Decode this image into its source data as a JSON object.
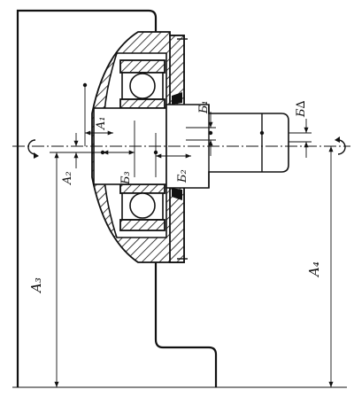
{
  "figure": {
    "type": "engineering assembly drawing: bearing unit with shaft on housing, dimension chains",
    "dimensions": [
      {
        "id": "A1",
        "label": "A₁"
      },
      {
        "id": "A2",
        "label": "A₂"
      },
      {
        "id": "A3",
        "label": "A₃"
      },
      {
        "id": "A4",
        "label": "A₄"
      },
      {
        "id": "B1",
        "label": "Б₁"
      },
      {
        "id": "B2",
        "label": "Б₂"
      },
      {
        "id": "B3",
        "label": "Б₃"
      },
      {
        "id": "BD",
        "label": "Б∆"
      }
    ],
    "symbols": [
      "rotation-arrow-left",
      "rotation-arrow-right"
    ],
    "colors": {
      "ink": "#111111",
      "paper": "#ffffff"
    }
  }
}
